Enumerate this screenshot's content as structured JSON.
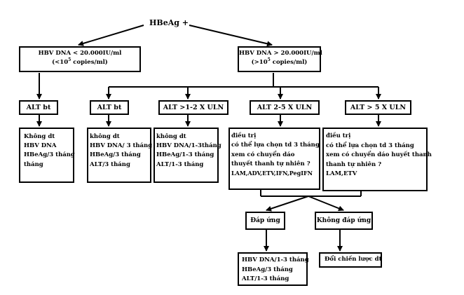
{
  "root": "HBeAg +",
  "low_dna": {
    "line1": "HBV DNA < 20.000IU/ml",
    "line2_pre": "(<10",
    "line2_sup": "5",
    "line2_post": " copies/ml)"
  },
  "high_dna": {
    "line1": "HBV DNA > 20.000IU/ml",
    "line2_pre": "(>10",
    "line2_sup": "5",
    "line2_post": " copies/ml)"
  },
  "alt": {
    "a1": "ALT bt",
    "a2": "ALT bt",
    "a3": "ALT >1-2 X ULN",
    "a4": "ALT 2-5 X ULN",
    "a5": "ALT > 5 X ULN"
  },
  "actions": {
    "b1": [
      "Không dt",
      "HBV DNA",
      "HBeAg/3 tháng",
      "tháng"
    ],
    "b2": [
      "không dt",
      "HBV DNA/ 3 tháng",
      "HBeAg/3 tháng",
      "ALT/3 tháng"
    ],
    "b3": [
      "không dt",
      "HBV DNA/1-3tháng",
      "HBeAg/1-3 tháng",
      "ALT/1-3 tháng"
    ],
    "b4": [
      "điều trị",
      "có thể lựa chọn td 3 tháng",
      "xem có chuyển dáo",
      "thuyết thanh tự nhiên ?",
      "LAM,ADV,ETV,IFN,PegIFN"
    ],
    "b5": [
      "điều trị",
      "có thể lựa chọn td 3 tháng",
      "xem có chuyển dáo huyết thanh",
      "thanh tự nhiên ?",
      "LAM,ETV"
    ]
  },
  "response": {
    "yes": "Đáp ứng",
    "no": "Không đáp ứng",
    "yes_action": [
      "HBV DNA/1-3 tháng",
      "HBeAg/3 tháng",
      "ALT/1-3 tháng"
    ],
    "no_action": "Đổi chiến lược dt"
  }
}
